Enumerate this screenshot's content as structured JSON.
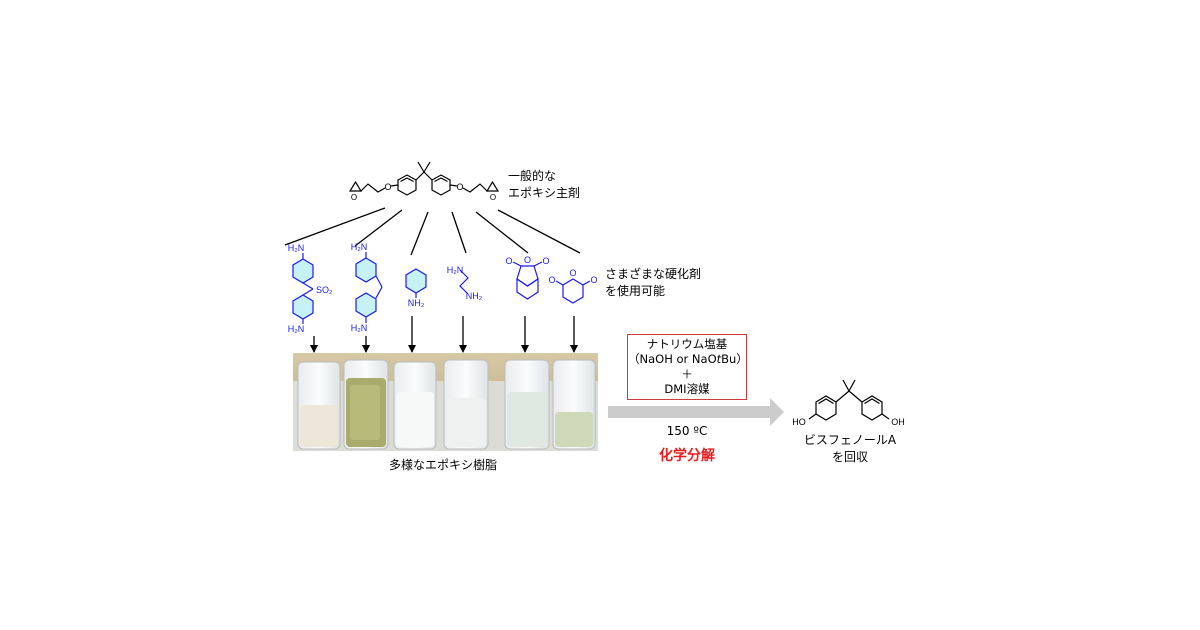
{
  "epoxy_main": {
    "label_line1": "一般的な",
    "label_line2": "エポキシ主剤"
  },
  "hardeners": {
    "label_line1": "さまざまな硬化剤",
    "label_line2": "を使用可能",
    "atoms": {
      "nh2_a_top": "H₂N",
      "so2": "SO₂",
      "nh2_a_bottom": "H₂N",
      "nh2_b_top": "H₂N",
      "nh2_b_bottom": "H₂N",
      "nh2_aniline": "NH₂",
      "nh2_en_top": "H₂N",
      "nh2_en_bottom": "NH₂",
      "o_anh1_left": "O",
      "o_anh1_right": "O",
      "o_anh1_ring": "O",
      "o_anh2_left": "O",
      "o_anh2_right": "O",
      "o_anh2_ring": "O"
    }
  },
  "resins": {
    "caption": "多様なエポキシ樹脂"
  },
  "reaction": {
    "reagent_line1": "ナトリウム塩基",
    "reagent_line2": "（NaOH or NaO",
    "reagent_line2_italic": "t",
    "reagent_line2_end": "Bu）",
    "reagent_plus": "＋",
    "reagent_line3": "DMI溶媒",
    "temperature": "150 ºC",
    "method": "化学分解"
  },
  "product": {
    "label_line1": "ビスフェノールA",
    "label_line2": "を回収",
    "ho_left": "HO",
    "oh_right": "OH"
  },
  "colors": {
    "hardener_blue": "#1a1aff",
    "ring_fill": "#c6f2f5",
    "method_red": "#ee1c1c",
    "box_red": "#d33a3a",
    "arrow_gray": "#cccccc"
  }
}
